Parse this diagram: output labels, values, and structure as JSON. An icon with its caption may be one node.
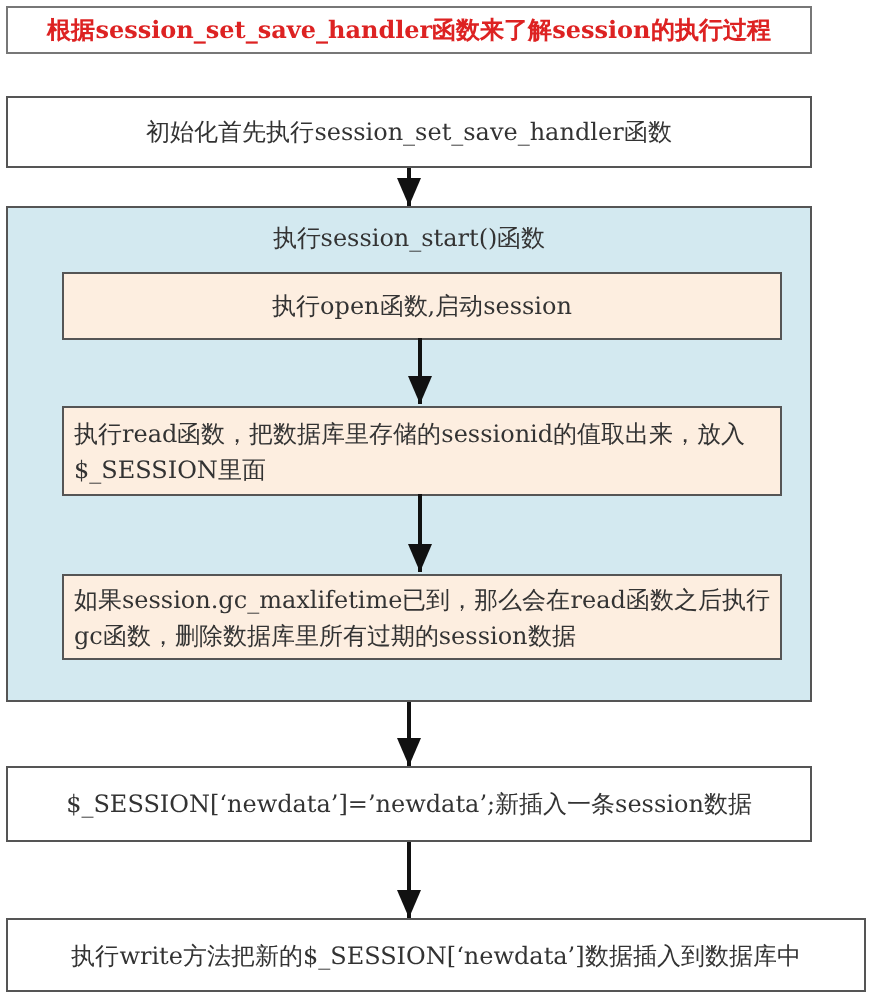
{
  "diagram": {
    "title": "根据session_set_save_handler函数来了解session的执行过程",
    "nodes": [
      {
        "text": [
          "初始化首先执行session_set_save_handler函数"
        ]
      },
      {
        "text": [
          "执行session_start()函数"
        ]
      },
      {
        "text": [
          "执行open函数,启动session"
        ],
        "in": 1
      },
      {
        "text": [
          "执行read函数，把数据库里存储的sessionid的值取出来，放入$_SESSION里面"
        ],
        "in": 1
      },
      {
        "text": [
          "如果session.gc_maxlifetime已到，那么会在read函数之后执行gc函数，删除数据库里所有过期的session数据"
        ],
        "in": 1
      },
      {
        "text": [
          "$_SESSION[‘newdata’]=’newdata’;新插入一条session数据"
        ]
      },
      {
        "text": [
          "执行write方法把新的$_SESSION[‘newdata’]数据插入到数据库中"
        ]
      }
    ],
    "edges": [
      {
        "from": 0,
        "to": 1,
        "arrow": "to"
      },
      {
        "from": 2,
        "to": 3,
        "arrow": "to"
      },
      {
        "from": 3,
        "to": 4,
        "arrow": "to"
      },
      {
        "from": 1,
        "to": 5,
        "arrow": "to"
      },
      {
        "from": 5,
        "to": 6,
        "arrow": "to"
      }
    ]
  }
}
